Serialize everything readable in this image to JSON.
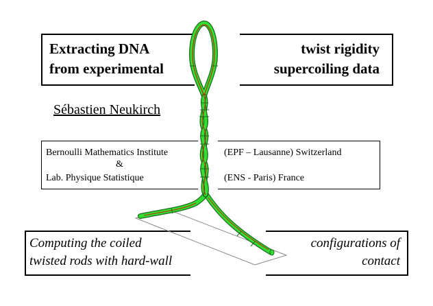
{
  "title": {
    "left_line1": "Extracting DNA",
    "left_line2": "from experimental",
    "right_line1": "twist rigidity",
    "right_line2": "supercoiling data"
  },
  "author": "Sébastien Neukirch",
  "affiliations": {
    "left_line1": "Bernoulli Mathematics Institute",
    "ampersand": "&",
    "left_line2": "Lab. Physique Statistique",
    "right_line1": "(EPF – Lausanne)  Switzerland",
    "right_line2": "(ENS - Paris) France"
  },
  "subtitle": {
    "left_line1": "Computing the coiled",
    "left_line2": "twisted rods with hard-wall",
    "right_line1": "configurations of",
    "right_line2": "contact"
  },
  "colors": {
    "rod_fill": "#33dd33",
    "rod_edge": "#1a6b1a",
    "rod_centerline": "#cc2200",
    "plane_edge": "#888888"
  }
}
